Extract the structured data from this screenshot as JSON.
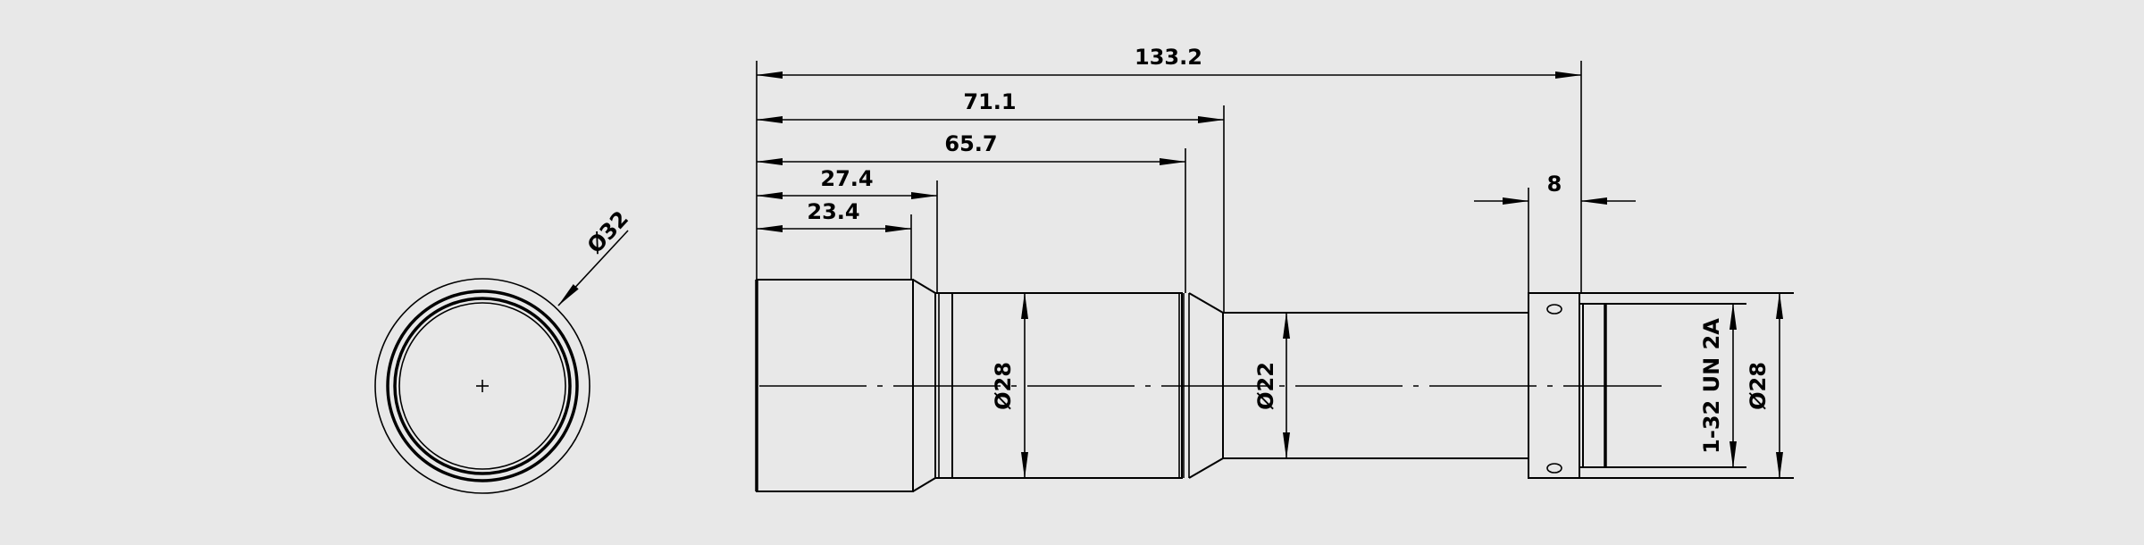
{
  "drawing": {
    "end_view": {
      "diameter_label": "Ø32"
    },
    "dimensions": {
      "overall_length": "133.2",
      "length_71": "71.1",
      "length_65": "65.7",
      "length_27": "27.4",
      "length_23": "23.4",
      "flange_width": "8",
      "dia_body": "Ø28",
      "dia_neck": "Ø22",
      "thread_spec": "1-32 UN 2A",
      "dia_end": "Ø28"
    }
  }
}
